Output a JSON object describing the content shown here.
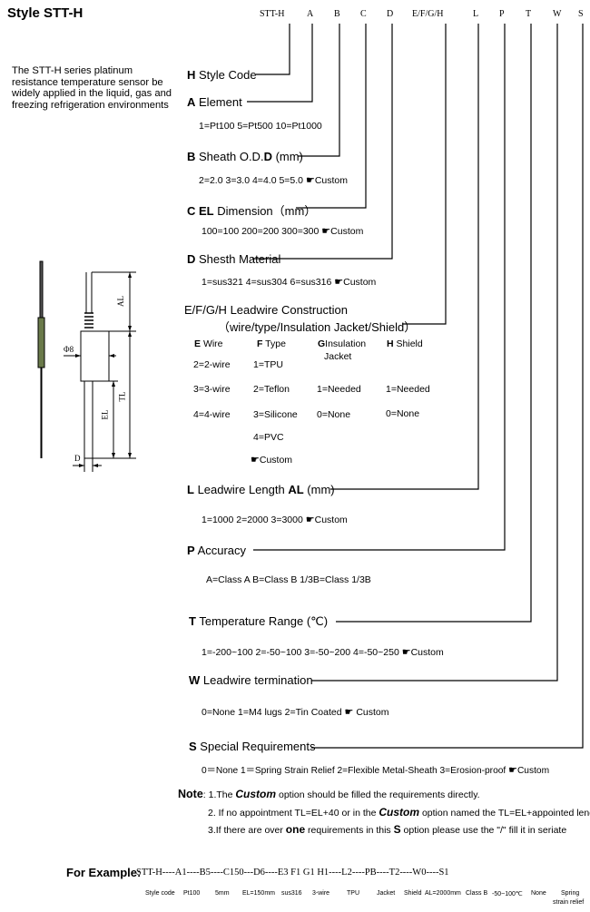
{
  "title": "Style STT-H",
  "description": "The STT-H series platinum resistance temperature sensor be widely applied in the liquid, gas and freezing refrigeration environments",
  "codes": [
    "STT-H",
    "A",
    "B",
    "C",
    "D",
    "E/F/G/H",
    "L",
    "P",
    "T",
    "W",
    "S"
  ],
  "hand": "☛",
  "sections": {
    "h": {
      "letter": "H",
      "label": "Style Code"
    },
    "a": {
      "letter": "A",
      "label": "Element",
      "options": "1=Pt100 5=Pt500 10=Pt1000"
    },
    "b": {
      "letter": "B",
      "label_pre": "Sheath O.D.",
      "label_bold": "D",
      "label_post": " (mm)",
      "options": "2=2.0  3=3.0  4=4.0  5=5.0",
      "custom": "Custom"
    },
    "c": {
      "letter": "C",
      "label_bold": "EL",
      "label_post": " Dimension（mm）",
      "options": "100=100  200=200  300=300",
      "custom": "Custom"
    },
    "d": {
      "letter": "D",
      "label": "Shesth Material",
      "options": "1=sus321  4=sus304  6=sus316",
      "custom": "Custom"
    },
    "efgh": {
      "letter": "E/F/G/H",
      "label": "Leadwire Construction",
      "label2": "（wire/type/Insulation Jacket/Shield）",
      "col_e": {
        "letter": "E",
        "label": "Wire",
        "items": [
          "2=2-wire",
          "3=3-wire",
          "4=4-wire"
        ]
      },
      "col_f": {
        "letter": "F",
        "label": "Type",
        "items": [
          "1=TPU",
          "2=Teflon",
          "3=Silicone",
          "4=PVC"
        ],
        "custom": "Custom"
      },
      "col_g": {
        "letter": "G",
        "label": "Insulation",
        "label2": "Jacket",
        "items": [
          "1=Needed",
          "0=None"
        ]
      },
      "col_h": {
        "letter": "H",
        "label": "Shield",
        "items": [
          "1=Needed",
          "0=None"
        ]
      }
    },
    "l": {
      "letter": "L",
      "label_pre": "Leadwire Length ",
      "label_bold": "AL",
      "label_post": " (mm)",
      "options": "1=1000  2=2000  3=3000",
      "custom": "Custom"
    },
    "p": {
      "letter": "P",
      "label": "Accuracy",
      "options": "A=Class A   B=Class B    1/3B=Class 1/3B"
    },
    "t": {
      "letter": "T",
      "label": "Temperature Range  (℃)",
      "options": "1=-200~100     2=-50~100     3=-50~200     4=-50~250",
      "custom": "Custom"
    },
    "w": {
      "letter": "W",
      "label": "Leadwire termination",
      "options": "0=None     1=M4 lugs     2=Tin Coated",
      "custom": "Custom"
    },
    "s": {
      "letter": "S",
      "label": "Special Requirements",
      "options": "0＝None  1＝Spring Strain Relief  2=Flexible Metal-Sheath  3=Erosion-proof",
      "custom": "Custom"
    }
  },
  "drawing": {
    "al": "AL",
    "tl": "TL",
    "el": "EL",
    "d": "D",
    "phi": "Φ8"
  },
  "note": {
    "label": "Note",
    "n1_pre": ": 1.The ",
    "n1_bold": "Custom",
    "n1_post": " option should be filled the requirements directly.",
    "n2_pre": "2. If no appointment TL=EL+40 or in the ",
    "n2_bold": "Custom",
    "n2_post": " option named the TL=EL+appointed length",
    "n3_pre": "3.If there are over ",
    "n3_bold": "one",
    "n3_mid": " requirements in this ",
    "n3_bold2": "S",
    "n3_post": " option please use the  \"/\"  fill it in seriate"
  },
  "example": {
    "label": "For Example:",
    "code": "STT-H----A1----B5----C150---D6----E3      F1      G1     H1----L2----PB----T2----W0----S1",
    "captions": [
      "Style code",
      "Pt100",
      "5mm",
      "EL=150mm",
      "sus316",
      "3-wire",
      "TPU",
      "Jacket",
      "Shield",
      "AL=2000mm",
      "Class B",
      "-50~100℃",
      "None",
      "Spring",
      "strain relief"
    ]
  }
}
